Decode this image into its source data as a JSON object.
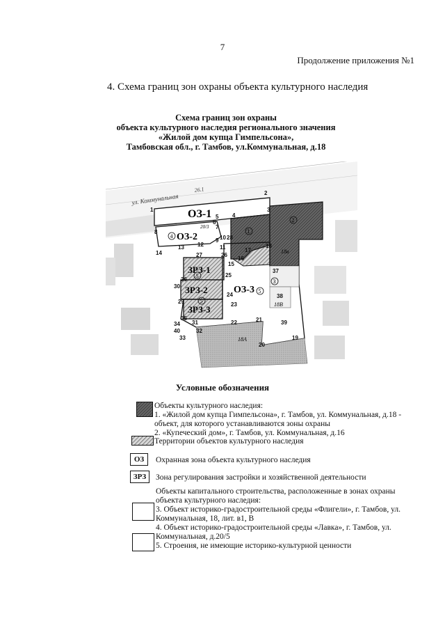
{
  "page_number": "7",
  "continuation": "Продолжение приложения №1",
  "section_title": "4. Схема границ зон охраны объекта культурного наследия",
  "map_title": [
    "Схема границ зон охраны",
    "объекта культурного наследия регионального значения",
    "«Жилой дом купца Гимпельсона»,",
    "Тамбовская обл., г. Тамбов, ул.Коммунальная, д.18"
  ],
  "map": {
    "street_label": "ул. Коммунальная",
    "street_number": "26.1",
    "zones": {
      "oz1": "ОЗ-1",
      "oz2": "ОЗ-2",
      "oz3": "ОЗ-3",
      "zrz1": "ЗРЗ-1",
      "zrz2": "ЗРЗ-2",
      "zrz3": "ЗРЗ-3"
    },
    "circle_marks": {
      "c1": "1",
      "c2": "2",
      "c3": "3",
      "c4": "4",
      "c5": "5"
    },
    "points": [
      "1",
      "2",
      "3",
      "4",
      "5",
      "6",
      "7",
      "8",
      "9",
      "10",
      "11",
      "12",
      "13",
      "14",
      "15",
      "16",
      "17",
      "18",
      "19",
      "20",
      "21",
      "22",
      "23",
      "24",
      "25",
      "26",
      "27",
      "28",
      "29",
      "30",
      "31",
      "32",
      "33",
      "34",
      "35",
      "36",
      "37",
      "38",
      "39",
      "40"
    ],
    "building_labels": {
      "b18v": "18в",
      "b18B": "18В",
      "b18A": "18А",
      "b20": "20/3"
    }
  },
  "legend_title": "Условные обозначения",
  "legend": {
    "heritage_header": "Объекты культурного наследия:",
    "heritage_1": "1. «Жилой дом купца Гимпельсона», г. Тамбов, ул. Коммунальная, д.18 -",
    "heritage_1b": "объект, для которого устанавливаются зоны охраны",
    "heritage_2": "2. «Купеческий дом», г. Тамбов, ул. Коммунальная, д.16",
    "territory": "Территории объектов культурного наследия",
    "oz_code": "ОЗ",
    "oz_text": "Охранная зона объекта культурного наследия",
    "zrz_code": "ЗРЗ",
    "zrz_text": "Зона регулирования застройки и хозяйственной деятельности",
    "capital_header_1": "Объекты капитального строительства, расположенные в зонах охраны",
    "capital_header_2": "объекта культурного наследия:",
    "cap_3a": "3. Объект историко-градостроительной среды «Флигели», г. Тамбов, ул.",
    "cap_3b": "Коммунальная, 18, лит. в1, В",
    "cap_4a": "4. Объект историко-градостроительной среды «Лавка», г. Тамбов, ул.",
    "cap_4b": "Коммунальная, д.20/5",
    "cap_5": "5. Строения, не имеющие историко-культурной ценности"
  },
  "colors": {
    "heritage_fill": "#6a6a6a",
    "territory_hatch": "#888888",
    "grey_block": "#b3b3b3",
    "background_map": "#e9e9e9"
  }
}
